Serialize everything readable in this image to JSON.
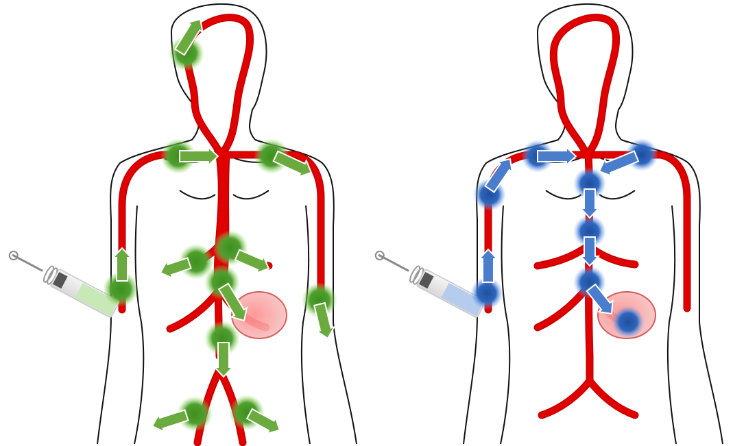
{
  "panels": [
    {
      "name": "left-panel",
      "tracer_name": "green-tracer",
      "tracer_color": "#3f8f1f",
      "glow_color": "#7bd24a",
      "arrow_color": "#6aaa3e",
      "syringe_fill": "#c8e8b8"
    },
    {
      "name": "right-panel",
      "tracer_name": "blue-tracer",
      "tracer_color": "#2a5fb0",
      "glow_color": "#5d95ea",
      "arrow_color": "#4a7dcc",
      "syringe_fill": "#b6ccec"
    }
  ],
  "colors": {
    "outline": "#111111",
    "artery": "#e00000",
    "artery_highlight": "#ff6a5a",
    "organ_fill": "#f4a0a0",
    "organ_stroke": "#d24a4a"
  }
}
